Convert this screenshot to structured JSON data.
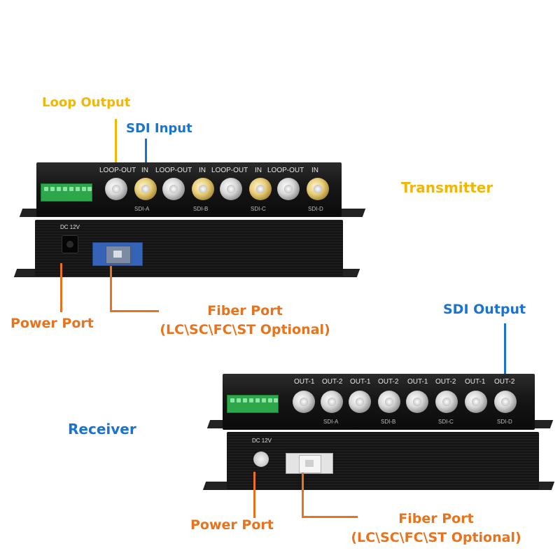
{
  "transmitter": {
    "title": "Transmitter",
    "labels": {
      "loop_output": "Loop Output",
      "sdi_input": "SDI Input",
      "power_port": "Power Port",
      "fiber_port_line1": "Fiber Port",
      "fiber_port_line2": "(LC\\SC\\FC\\ST Optional)"
    },
    "front_labels": [
      "LOOP-OUT",
      "IN",
      "LOOP-OUT",
      "IN",
      "LOOP-OUT",
      "IN",
      "LOOP-OUT",
      "IN"
    ],
    "channel_labels": [
      "SDI-A",
      "SDI-B",
      "SDI-C",
      "SDI-D"
    ],
    "dc_label": "DC 12V"
  },
  "receiver": {
    "title": "Receiver",
    "labels": {
      "sdi_output": "SDI Output",
      "power_port": "Power Port",
      "fiber_port_line1": "Fiber Port",
      "fiber_port_line2": "(LC\\SC\\FC\\ST Optional)"
    },
    "front_labels": [
      "OUT-1",
      "OUT-2",
      "OUT-1",
      "OUT-2",
      "OUT-1",
      "OUT-2",
      "OUT-1",
      "OUT-2"
    ],
    "channel_labels": [
      "SDI-A",
      "SDI-B",
      "SDI-C",
      "SDI-D"
    ],
    "dc_label": "DC 12V"
  },
  "colors": {
    "yellow": "#f2b705",
    "blue": "#1a73d1",
    "orange": "#e8731c"
  }
}
